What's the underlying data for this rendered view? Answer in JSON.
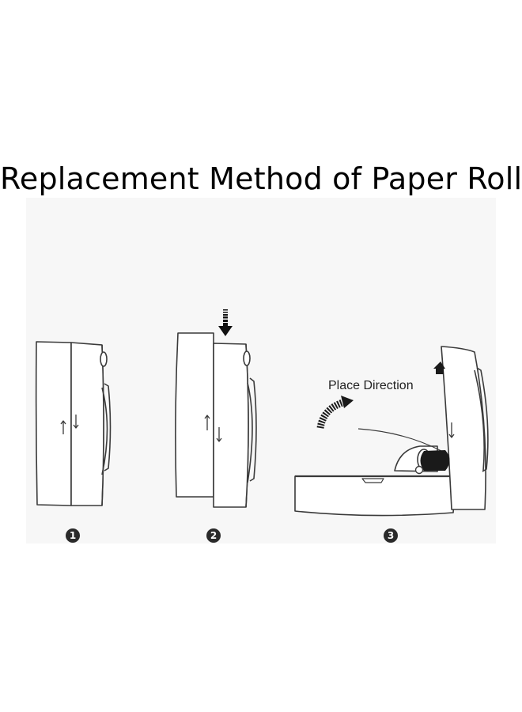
{
  "title": "Replacement Method of Paper Roll",
  "annotation": "Place Direction",
  "steps": [
    "1",
    "2",
    "3"
  ],
  "colors": {
    "background": "#ffffff",
    "panel": "#f7f7f7",
    "line": "#3a3a3a",
    "dark": "#1a1a1a"
  }
}
